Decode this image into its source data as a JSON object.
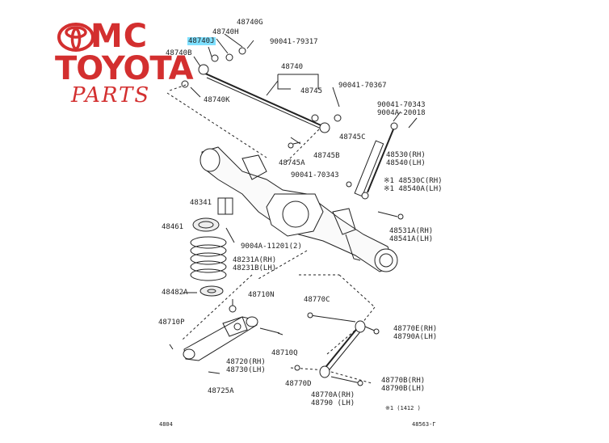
{
  "brand": {
    "line1": "MC",
    "line2": "TOYOTA",
    "line3": "PARTS",
    "color": "#d32f2f"
  },
  "labels": [
    {
      "id": "48740G",
      "text": "48740G"
    },
    {
      "id": "48740H",
      "text": "48740H"
    },
    {
      "id": "48740J",
      "text": "48740J",
      "highlight": true
    },
    {
      "id": "90041-79317",
      "text": "90041-79317"
    },
    {
      "id": "48740B",
      "text": "48740B"
    },
    {
      "id": "48740",
      "text": "48740"
    },
    {
      "id": "48745",
      "text": "48745"
    },
    {
      "id": "90041-70367",
      "text": "90041-70367"
    },
    {
      "id": "48740K",
      "text": "48740K"
    },
    {
      "id": "90041-70343a",
      "text": "90041-70343"
    },
    {
      "id": "9004A-20018",
      "text": "9004A-20018"
    },
    {
      "id": "48745C",
      "text": "48745C"
    },
    {
      "id": "48745B",
      "text": "48745B"
    },
    {
      "id": "48745A",
      "text": "48745A"
    },
    {
      "id": "48530",
      "text": "48530(RH)"
    },
    {
      "id": "48540",
      "text": "48540(LH)"
    },
    {
      "id": "90041-70343b",
      "text": "90041-70343"
    },
    {
      "id": "48530C",
      "text": "※1 48530C(RH)"
    },
    {
      "id": "48540A",
      "text": "※1 48540A(LH)"
    },
    {
      "id": "48341",
      "text": "48341"
    },
    {
      "id": "48461",
      "text": "48461"
    },
    {
      "id": "48531A",
      "text": "48531A(RH)"
    },
    {
      "id": "48541A",
      "text": "48541A(LH)"
    },
    {
      "id": "9004A-11201",
      "text": "9004A-11201(2)"
    },
    {
      "id": "48231A",
      "text": "48231A(RH)"
    },
    {
      "id": "48231B",
      "text": "48231B(LH)"
    },
    {
      "id": "48482A",
      "text": "48482A"
    },
    {
      "id": "48710N",
      "text": "48710N"
    },
    {
      "id": "48770C",
      "text": "48770C"
    },
    {
      "id": "48710P",
      "text": "48710P"
    },
    {
      "id": "48770E",
      "text": "48770E(RH)"
    },
    {
      "id": "48790A",
      "text": "48790A(LH)"
    },
    {
      "id": "48710Q",
      "text": "48710Q"
    },
    {
      "id": "48720",
      "text": "48720(RH)"
    },
    {
      "id": "48730",
      "text": "48730(LH)"
    },
    {
      "id": "48770D",
      "text": "48770D"
    },
    {
      "id": "48770B",
      "text": "48770B(RH)"
    },
    {
      "id": "48790B",
      "text": "48790B(LH)"
    },
    {
      "id": "48725A",
      "text": "48725A"
    },
    {
      "id": "48770A",
      "text": "48770A(RH)"
    },
    {
      "id": "48790",
      "text": "48790  (LH)"
    },
    {
      "id": "note",
      "text": "※1 (1412    )"
    },
    {
      "id": "page-left",
      "text": "4804"
    },
    {
      "id": "page-right",
      "text": "48563-Γ"
    }
  ]
}
